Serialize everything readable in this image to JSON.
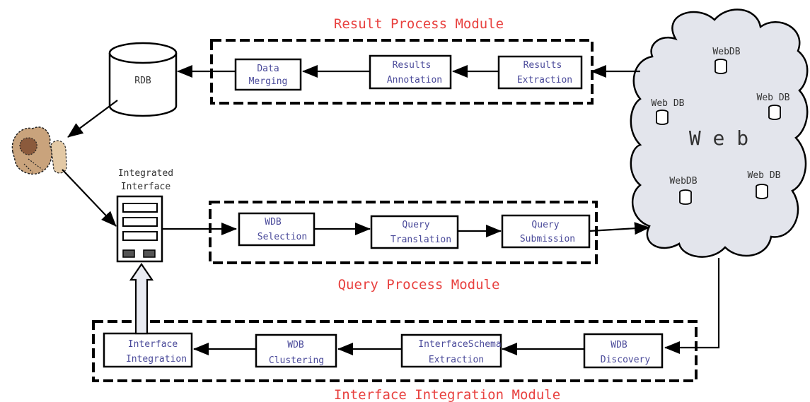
{
  "modules": {
    "result": {
      "title": "Result Process Module",
      "steps": [
        [
          "Data",
          "Merging"
        ],
        [
          "Results",
          "Annotation"
        ],
        [
          "Results",
          "Extraction"
        ]
      ]
    },
    "query": {
      "title": "Query Process Module",
      "steps": [
        [
          "WDB",
          "Selection"
        ],
        [
          "Query",
          "Translation"
        ],
        [
          "Query",
          "Submission"
        ]
      ]
    },
    "integration": {
      "title": "Interface Integration Module",
      "steps": [
        [
          "Interface",
          "Integration"
        ],
        [
          "WDB",
          "Clustering"
        ],
        [
          "InterfaceSchema",
          "Extraction"
        ],
        [
          "WDB",
          "Discovery"
        ]
      ]
    }
  },
  "rdb": {
    "label": "RDB"
  },
  "integrated_interface": {
    "line1": "Integrated",
    "line2": "Interface"
  },
  "web": {
    "label": "W e b",
    "webdbs": [
      "WebDB",
      "Web DB",
      "WebDB",
      "WebDB",
      "Web DB"
    ]
  },
  "colors": {
    "module_title": "#e8413f",
    "step_text": "#4a4a9a",
    "cloud_fill": "#e3e5ec",
    "up_arrow_fill": "#e9ebf2"
  }
}
